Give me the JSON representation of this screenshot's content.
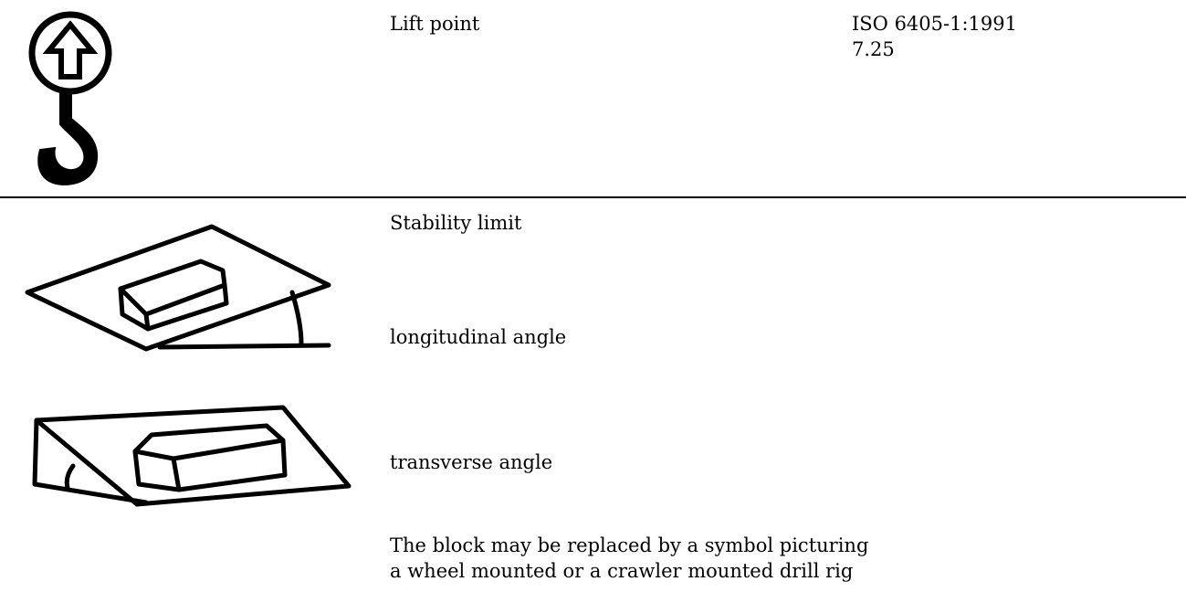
{
  "rows": [
    {
      "symbol_icon": "lift-point-hook-icon",
      "description": "Lift point",
      "reference": [
        "ISO 6405-1:1991",
        "7.25"
      ]
    },
    {
      "title": "Stability limit",
      "items": [
        {
          "symbol_icon": "longitudinal-angle-icon",
          "label": "longitudinal angle"
        },
        {
          "symbol_icon": "transverse-angle-icon",
          "label": "transverse angle"
        }
      ],
      "note": [
        "The block may be replaced by a symbol picturing",
        "a wheel mounted or a crawler mounted drill rig"
      ]
    }
  ]
}
